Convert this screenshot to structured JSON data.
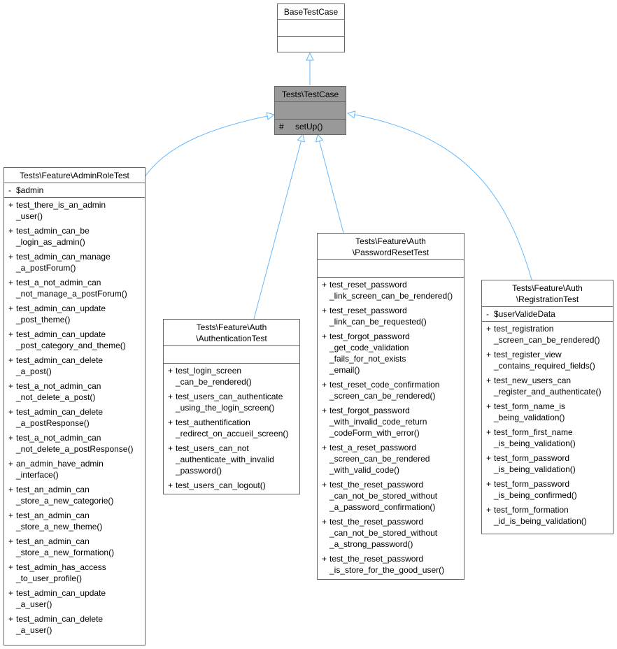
{
  "nodes": {
    "base": {
      "title": "BaseTestCase"
    },
    "testcase": {
      "title": "Tests\\TestCase",
      "methods": [
        {
          "vis": "#",
          "name": "setUp()"
        }
      ]
    },
    "adminrole": {
      "title": "Tests\\Feature\\AdminRoleTest",
      "attributes": [
        {
          "vis": "-",
          "name": "$admin"
        }
      ],
      "methods": [
        {
          "vis": "+",
          "name": "test_there_is_an_admin\n_user()"
        },
        {
          "vis": "+",
          "name": "test_admin_can_be\n_login_as_admin()"
        },
        {
          "vis": "+",
          "name": "test_admin_can_manage\n_a_postForum()"
        },
        {
          "vis": "+",
          "name": "test_a_not_admin_can\n_not_manage_a_postForum()"
        },
        {
          "vis": "+",
          "name": "test_admin_can_update\n_post_theme()"
        },
        {
          "vis": "+",
          "name": "test_admin_can_update\n_post_category_and_theme()"
        },
        {
          "vis": "+",
          "name": "test_admin_can_delete\n_a_post()"
        },
        {
          "vis": "+",
          "name": "test_a_not_admin_can\n_not_delete_a_post()"
        },
        {
          "vis": "+",
          "name": "test_admin_can_delete\n_a_postResponse()"
        },
        {
          "vis": "+",
          "name": "test_a_not_admin_can\n_not_delete_a_postResponse()"
        },
        {
          "vis": "+",
          "name": "an_admin_have_admin\n_interface()"
        },
        {
          "vis": "+",
          "name": "test_an_admin_can\n_store_a_new_categorie()"
        },
        {
          "vis": "+",
          "name": "test_an_admin_can\n_store_a_new_theme()"
        },
        {
          "vis": "+",
          "name": "test_an_admin_can\n_store_a_new_formation()"
        },
        {
          "vis": "+",
          "name": "test_admin_has_access\n_to_user_profile()"
        },
        {
          "vis": "+",
          "name": "test_admin_can_update\n_a_user()"
        },
        {
          "vis": "+",
          "name": "test_admin_can_delete\n_a_user()"
        }
      ]
    },
    "auth": {
      "title": "Tests\\Feature\\Auth\n\\AuthenticationTest",
      "methods": [
        {
          "vis": "+",
          "name": "test_login_screen\n_can_be_rendered()"
        },
        {
          "vis": "+",
          "name": "test_users_can_authenticate\n_using_the_login_screen()"
        },
        {
          "vis": "+",
          "name": "test_authentification\n_redirect_on_accueil_screen()"
        },
        {
          "vis": "+",
          "name": "test_users_can_not\n_authenticate_with_invalid\n_password()"
        },
        {
          "vis": "+",
          "name": "test_users_can_logout()"
        }
      ]
    },
    "pwreset": {
      "title": "Tests\\Feature\\Auth\n\\PasswordResetTest",
      "methods": [
        {
          "vis": "+",
          "name": "test_reset_password\n_link_screen_can_be_rendered()"
        },
        {
          "vis": "+",
          "name": "test_reset_password\n_link_can_be_requested()"
        },
        {
          "vis": "+",
          "name": "test_forgot_password\n_get_code_validation\n_fails_for_not_exists\n_email()"
        },
        {
          "vis": "+",
          "name": "test_reset_code_confirmation\n_screen_can_be_rendered()"
        },
        {
          "vis": "+",
          "name": "test_forgot_password\n_with_invalid_code_return\n_codeForm_with_error()"
        },
        {
          "vis": "+",
          "name": "test_a_reset_password\n_screen_can_be_rendered\n_with_valid_code()"
        },
        {
          "vis": "+",
          "name": "test_the_reset_password\n_can_not_be_stored_without\n_a_password_confirmation()"
        },
        {
          "vis": "+",
          "name": "test_the_reset_password\n_can_not_be_stored_without\n_a_strong_password()"
        },
        {
          "vis": "+",
          "name": "test_the_reset_password\n_is_store_for_the_good_user()"
        }
      ]
    },
    "registration": {
      "title": "Tests\\Feature\\Auth\n\\RegistrationTest",
      "attributes": [
        {
          "vis": "-",
          "name": "$userValideData"
        }
      ],
      "methods": [
        {
          "vis": "+",
          "name": "test_registration\n_screen_can_be_rendered()"
        },
        {
          "vis": "+",
          "name": "test_register_view\n_contains_required_fields()"
        },
        {
          "vis": "+",
          "name": "test_new_users_can\n_register_and_authenticate()"
        },
        {
          "vis": "+",
          "name": "test_form_name_is\n_being_validation()"
        },
        {
          "vis": "+",
          "name": "test_form_first_name\n_is_being_validation()"
        },
        {
          "vis": "+",
          "name": "test_form_password\n_is_being_validation()"
        },
        {
          "vis": "+",
          "name": "test_form_password\n_is_being_confirmed()"
        },
        {
          "vis": "+",
          "name": "test_form_formation\n_id_is_being_validation()"
        }
      ]
    }
  },
  "colors": {
    "edge": "#63b8ff",
    "border": "#666666",
    "highlight": "#999999"
  }
}
